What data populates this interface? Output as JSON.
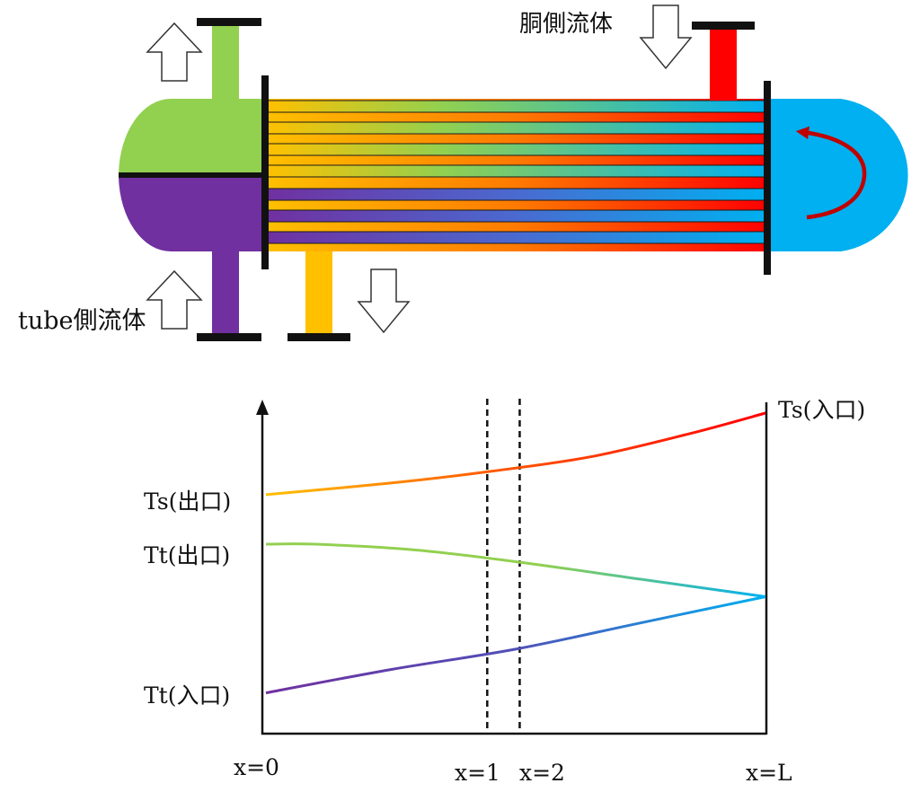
{
  "diagram": {
    "labels": {
      "shell_fluid": "胴側流体",
      "tube_fluid": "tube側流体"
    },
    "colors": {
      "tube_inlet": "#7030a0",
      "tube_outlet": "#92d050",
      "return_head": "#00b0f0",
      "shell_inlet": "#ff0000",
      "shell_outlet": "#ffc000",
      "return_arrow": "#c00000"
    },
    "icons": [
      "arrow-up-icon",
      "arrow-down-icon",
      "curved-return-arrow-icon"
    ]
  },
  "chart_data": {
    "type": "line",
    "x_ticks": [
      "x=0",
      "x=1",
      "x=2",
      "x=L"
    ],
    "y_labels": [
      "Ts(出口)",
      "Tt(出口)",
      "Tt(入口)",
      "Ts(入口)"
    ],
    "series": [
      {
        "name": "Ts",
        "x": [
          0,
          0.25,
          0.45,
          0.65,
          0.85,
          1.0
        ],
        "y": [
          0.82,
          0.86,
          0.9,
          0.95,
          1.03,
          1.1
        ]
      },
      {
        "name": "Tt_outlet",
        "x": [
          0,
          0.1,
          0.3,
          0.5,
          0.75,
          1.0
        ],
        "y": [
          0.65,
          0.65,
          0.63,
          0.59,
          0.53,
          0.47
        ]
      },
      {
        "name": "Tt_inlet",
        "x": [
          0,
          0.25,
          0.5,
          0.75,
          1.0
        ],
        "y": [
          0.14,
          0.22,
          0.29,
          0.38,
          0.47
        ]
      }
    ],
    "series_colors": {
      "Ts": [
        "#ffc000",
        "#ff6a00",
        "#ff0000"
      ],
      "Tt_outlet": [
        "#92d050",
        "#64c8a0",
        "#00b0f0"
      ],
      "Tt_inlet": [
        "#7030a0",
        "#4a6ad0",
        "#00b0f0"
      ]
    },
    "vlines": [
      0.443,
      0.508
    ],
    "xlim": [
      0,
      1
    ],
    "ylim": [
      0,
      1.1
    ]
  }
}
